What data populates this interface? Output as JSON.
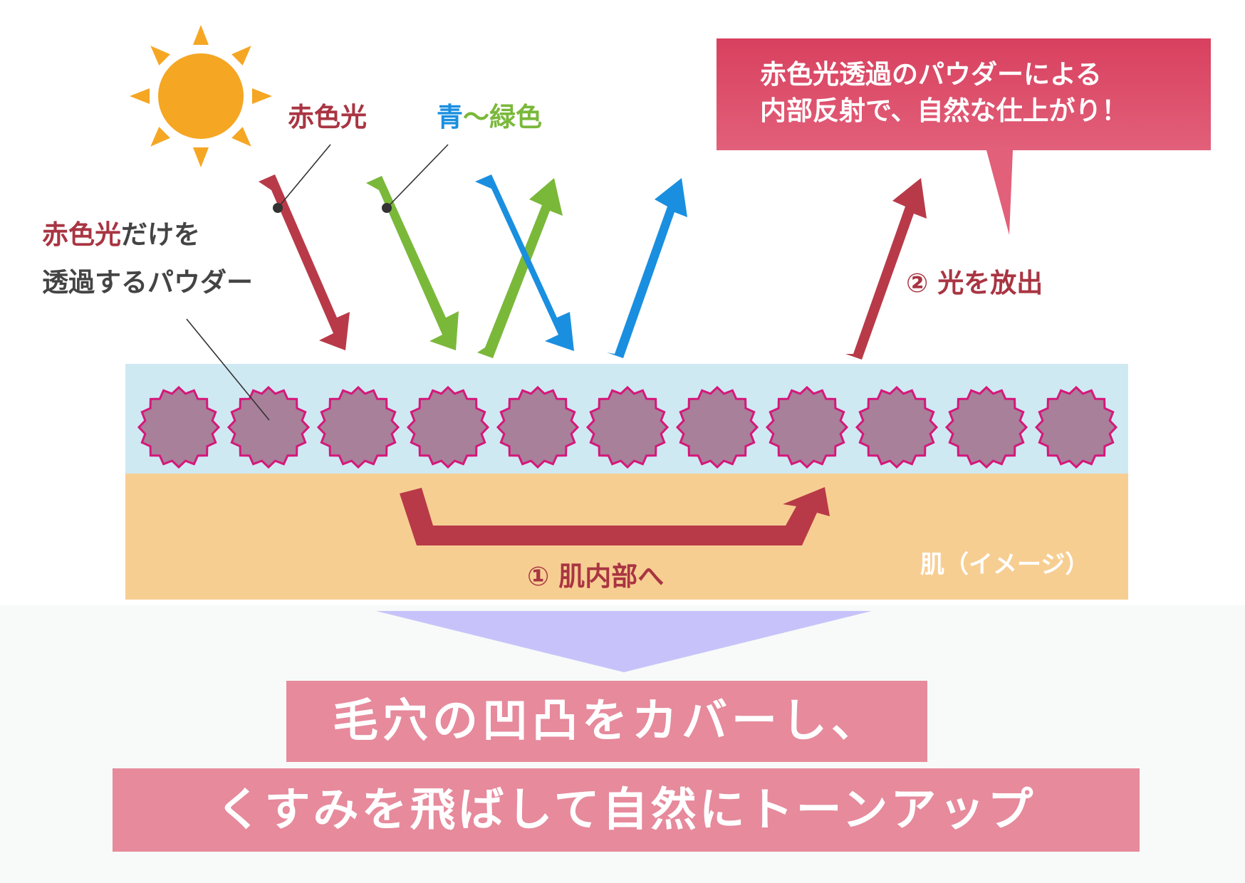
{
  "labels": {
    "red_light": "赤色光",
    "blue": "青",
    "tilde": "〜",
    "green": "緑色",
    "powder_line1_red": "赤色光",
    "powder_line1_rest": "だけを",
    "powder_line2": "透過するパウダー",
    "emit": "② 光を放出",
    "into_skin": "① 肌内部へ",
    "skin_image": "肌（イメージ）"
  },
  "callout": {
    "line1": "赤色光透過のパウダーによる",
    "line2": "内部反射で、自然な仕上がり！"
  },
  "banners": {
    "line1": "毛穴の凹凸をカバーし、",
    "line2": "くすみを飛ばして自然にトーンアップ"
  },
  "colors": {
    "red_arrow": "#b83a48",
    "green_arrow": "#7ab83a",
    "blue_arrow": "#1a8fe0",
    "sun": "#f5a623",
    "powder_fill": "#a8809a",
    "powder_stroke": "#d4187a",
    "film": "#cfe9f3",
    "skin": "#f7ce92",
    "callout": "#d9486a",
    "banner": "#e68a9c",
    "down_triangle": "#c7c3fa"
  }
}
